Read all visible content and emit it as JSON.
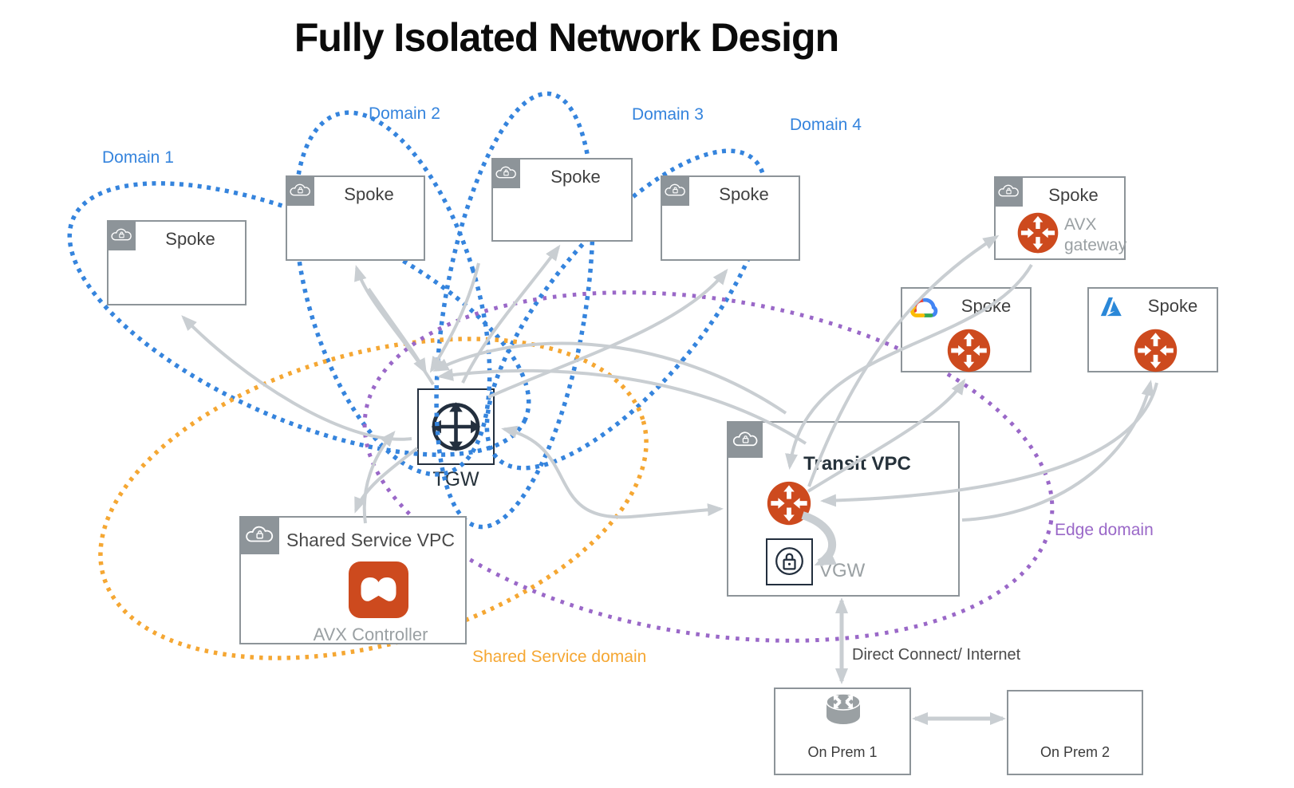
{
  "title": "Fully Isolated Network Design",
  "colors": {
    "blue": "#3584dd",
    "orange": "#f5a733",
    "purple": "#9a68c8",
    "arrow": "#c9ced2",
    "border": "#8d9499",
    "navy": "#232f3e",
    "gateway": "#cd4a1e",
    "text-dark": "#3f3f3f",
    "text-gray": "#9aa0a3"
  },
  "domains": [
    {
      "label": "Domain 1"
    },
    {
      "label": "Domain 2"
    },
    {
      "label": "Domain 3"
    },
    {
      "label": "Domain 4"
    }
  ],
  "zones": {
    "shared_label": "Shared Service domain",
    "edge_label": "Edge domain"
  },
  "spokes": [
    {
      "label": "Spoke"
    },
    {
      "label": "Spoke"
    },
    {
      "label": "Spoke"
    },
    {
      "label": "Spoke"
    }
  ],
  "cloud_spokes": {
    "aws": {
      "label": "Spoke",
      "gateway": "AVX gateway"
    },
    "gcp": {
      "label": "Spoke"
    },
    "azure": {
      "label": "Spoke"
    }
  },
  "tgw": {
    "label": "TGW"
  },
  "shared_service": {
    "title": "Shared Service VPC",
    "controller": "AVX Controller"
  },
  "transit": {
    "title": "Transit VPC",
    "vgw": "VGW"
  },
  "on_prem": [
    {
      "label": "On Prem 1"
    },
    {
      "label": "On Prem 2"
    }
  ],
  "connections": {
    "direct_connect": "Direct Connect/ Internet"
  },
  "icons": {
    "spoke_corner": "cloud-lock-icon",
    "tgw": "transit-gateway-icon",
    "gateway": "avx-gateway-icon",
    "controller": "avx-controller-icon",
    "vgw": "vgw-lock-icon",
    "router": "router-icon",
    "gcp": "gcp-cloud-logo",
    "azure": "azure-logo"
  }
}
